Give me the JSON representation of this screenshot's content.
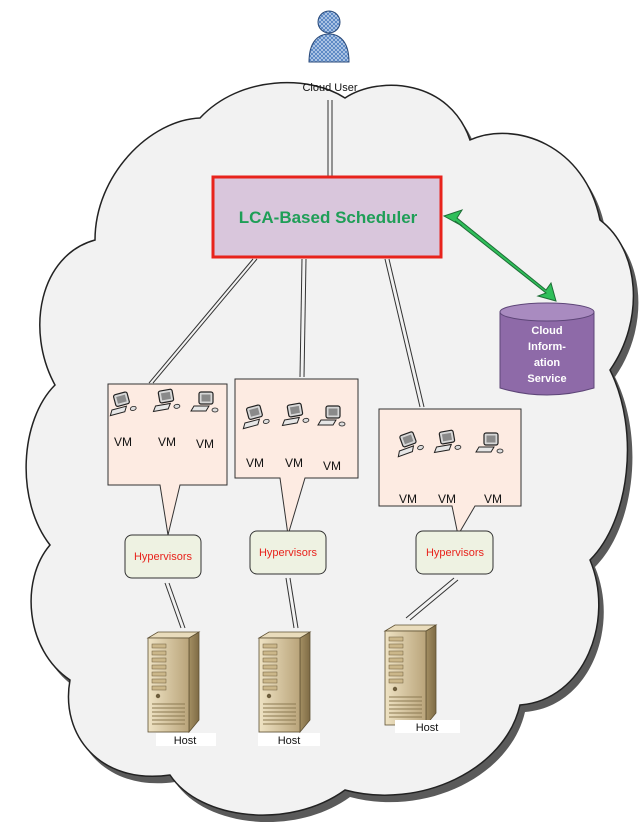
{
  "cloud_user": {
    "label": "Cloud User"
  },
  "scheduler": {
    "label": "LCA-Based Scheduler"
  },
  "cloud_info": {
    "lines": [
      "Cloud",
      "Inform-",
      "ation",
      "Service"
    ]
  },
  "clusters": [
    {
      "vms": [
        "VM",
        "VM",
        "VM"
      ],
      "hypervisor": "Hypervisors",
      "host": "Host"
    },
    {
      "vms": [
        "VM",
        "VM",
        "VM"
      ],
      "hypervisor": "Hypervisors",
      "host": "Host"
    },
    {
      "vms": [
        "VM",
        "VM",
        "VM"
      ],
      "hypervisor": "Hypervisors",
      "host": "Host"
    }
  ],
  "colors": {
    "cloud_fill": "#f2f2f2",
    "scheduler_fill": "#d9c6dc",
    "scheduler_border": "#e8231c",
    "scheduler_text": "#1f9e57",
    "cis_fill": "#8e6aa8",
    "vm_box_fill": "#fdebe2",
    "hypervisor_fill": "#eef2e2",
    "hypervisor_text": "#e8231c",
    "green_arrow": "#2fbf5a"
  }
}
